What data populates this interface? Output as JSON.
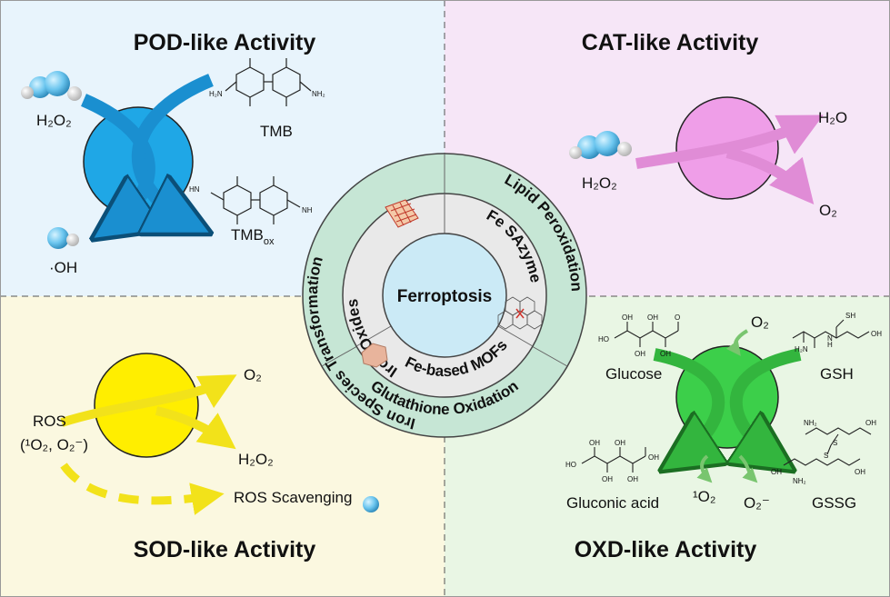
{
  "quadrants": {
    "pod": {
      "title": "POD-like Activity",
      "color": "#e8f4fc"
    },
    "cat": {
      "title": "CAT-like Activity",
      "color": "#f6e6f7"
    },
    "sod": {
      "title": "SOD-like Activity",
      "color": "#fbf8e0"
    },
    "oxd": {
      "title": "OXD-like Activity",
      "color": "#e9f6e4"
    }
  },
  "pod": {
    "h2o2": "H₂O₂",
    "oh": "·OH",
    "tmb": "TMB",
    "tmb_ox_main": "TMB",
    "tmb_ox_sub": "ox",
    "tmb_nh2_left": "H₂N",
    "tmb_nh2_right": "NH₂",
    "tmbox_hn": "HN",
    "tmbox_nh": "NH",
    "enzyme_color": "#1fa7e6",
    "arrow_color": "#1a8fd0"
  },
  "cat": {
    "h2o2": "H₂O₂",
    "h2o": "H₂O",
    "o2": "O₂",
    "enzyme_color": "#ef9ee8",
    "arrow_color": "#e08cd6"
  },
  "sod": {
    "o2": "O₂",
    "h2o2": "H₂O₂",
    "ros": "ROS",
    "ros_detail": "(¹O₂, O₂⁻)",
    "scavenging": "ROS Scavenging",
    "enzyme_color": "#ffee00",
    "arrow_color": "#f2e21a"
  },
  "oxd": {
    "o2": "O₂",
    "glucose": "Glucose",
    "gsh": "GSH",
    "gluconic": "Gluconic acid",
    "singlet_o2": "¹O₂",
    "superoxide": "O₂⁻",
    "gssg": "GSSG",
    "chem_oh": "OH",
    "chem_ho": "HO",
    "chem_o": "O",
    "chem_nh2": "NH₂",
    "chem_h2n": "H₂N",
    "chem_sh": "SH",
    "chem_s": "S",
    "chem_h": "H",
    "chem_n": "N",
    "enzyme_color": "#3ccf4a",
    "arrow_color": "#33b53e"
  },
  "center": {
    "core": "Ferroptosis",
    "middle_ring": [
      "Iron Oxides",
      "Fe SAzyme",
      "Fe-based MOFs"
    ],
    "outer_ring": [
      "Iron Species Transformation",
      "Lipid Peroxidation",
      "Glutathione Oxidation"
    ]
  }
}
